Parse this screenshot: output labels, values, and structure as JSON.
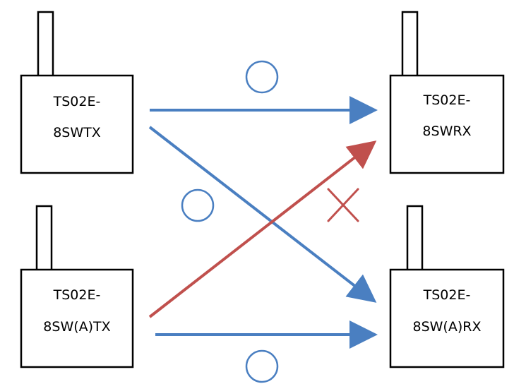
{
  "devices": {
    "tx1": {
      "line1": "TS02E-",
      "line2": "8SWTX"
    },
    "rx1": {
      "line1": "TS02E-",
      "line2": "8SWRX"
    },
    "tx2": {
      "line1": "TS02E-",
      "line2": "8SW(A)TX"
    },
    "rx2": {
      "line1": "TS02E-",
      "line2": "8SW(A)RX"
    }
  },
  "links": [
    {
      "from": "tx1",
      "to": "rx1",
      "compatible": true
    },
    {
      "from": "tx1",
      "to": "rx2",
      "compatible": true
    },
    {
      "from": "tx2",
      "to": "rx1",
      "compatible": false
    },
    {
      "from": "tx2",
      "to": "rx2",
      "compatible": true
    }
  ],
  "colors": {
    "compatible": "#4a7fc1",
    "incompatible": "#c0504d",
    "outline": "#000000"
  },
  "icons": {
    "compatible_mark": "circle-mark-icon",
    "incompatible_mark": "cross-mark-icon"
  }
}
